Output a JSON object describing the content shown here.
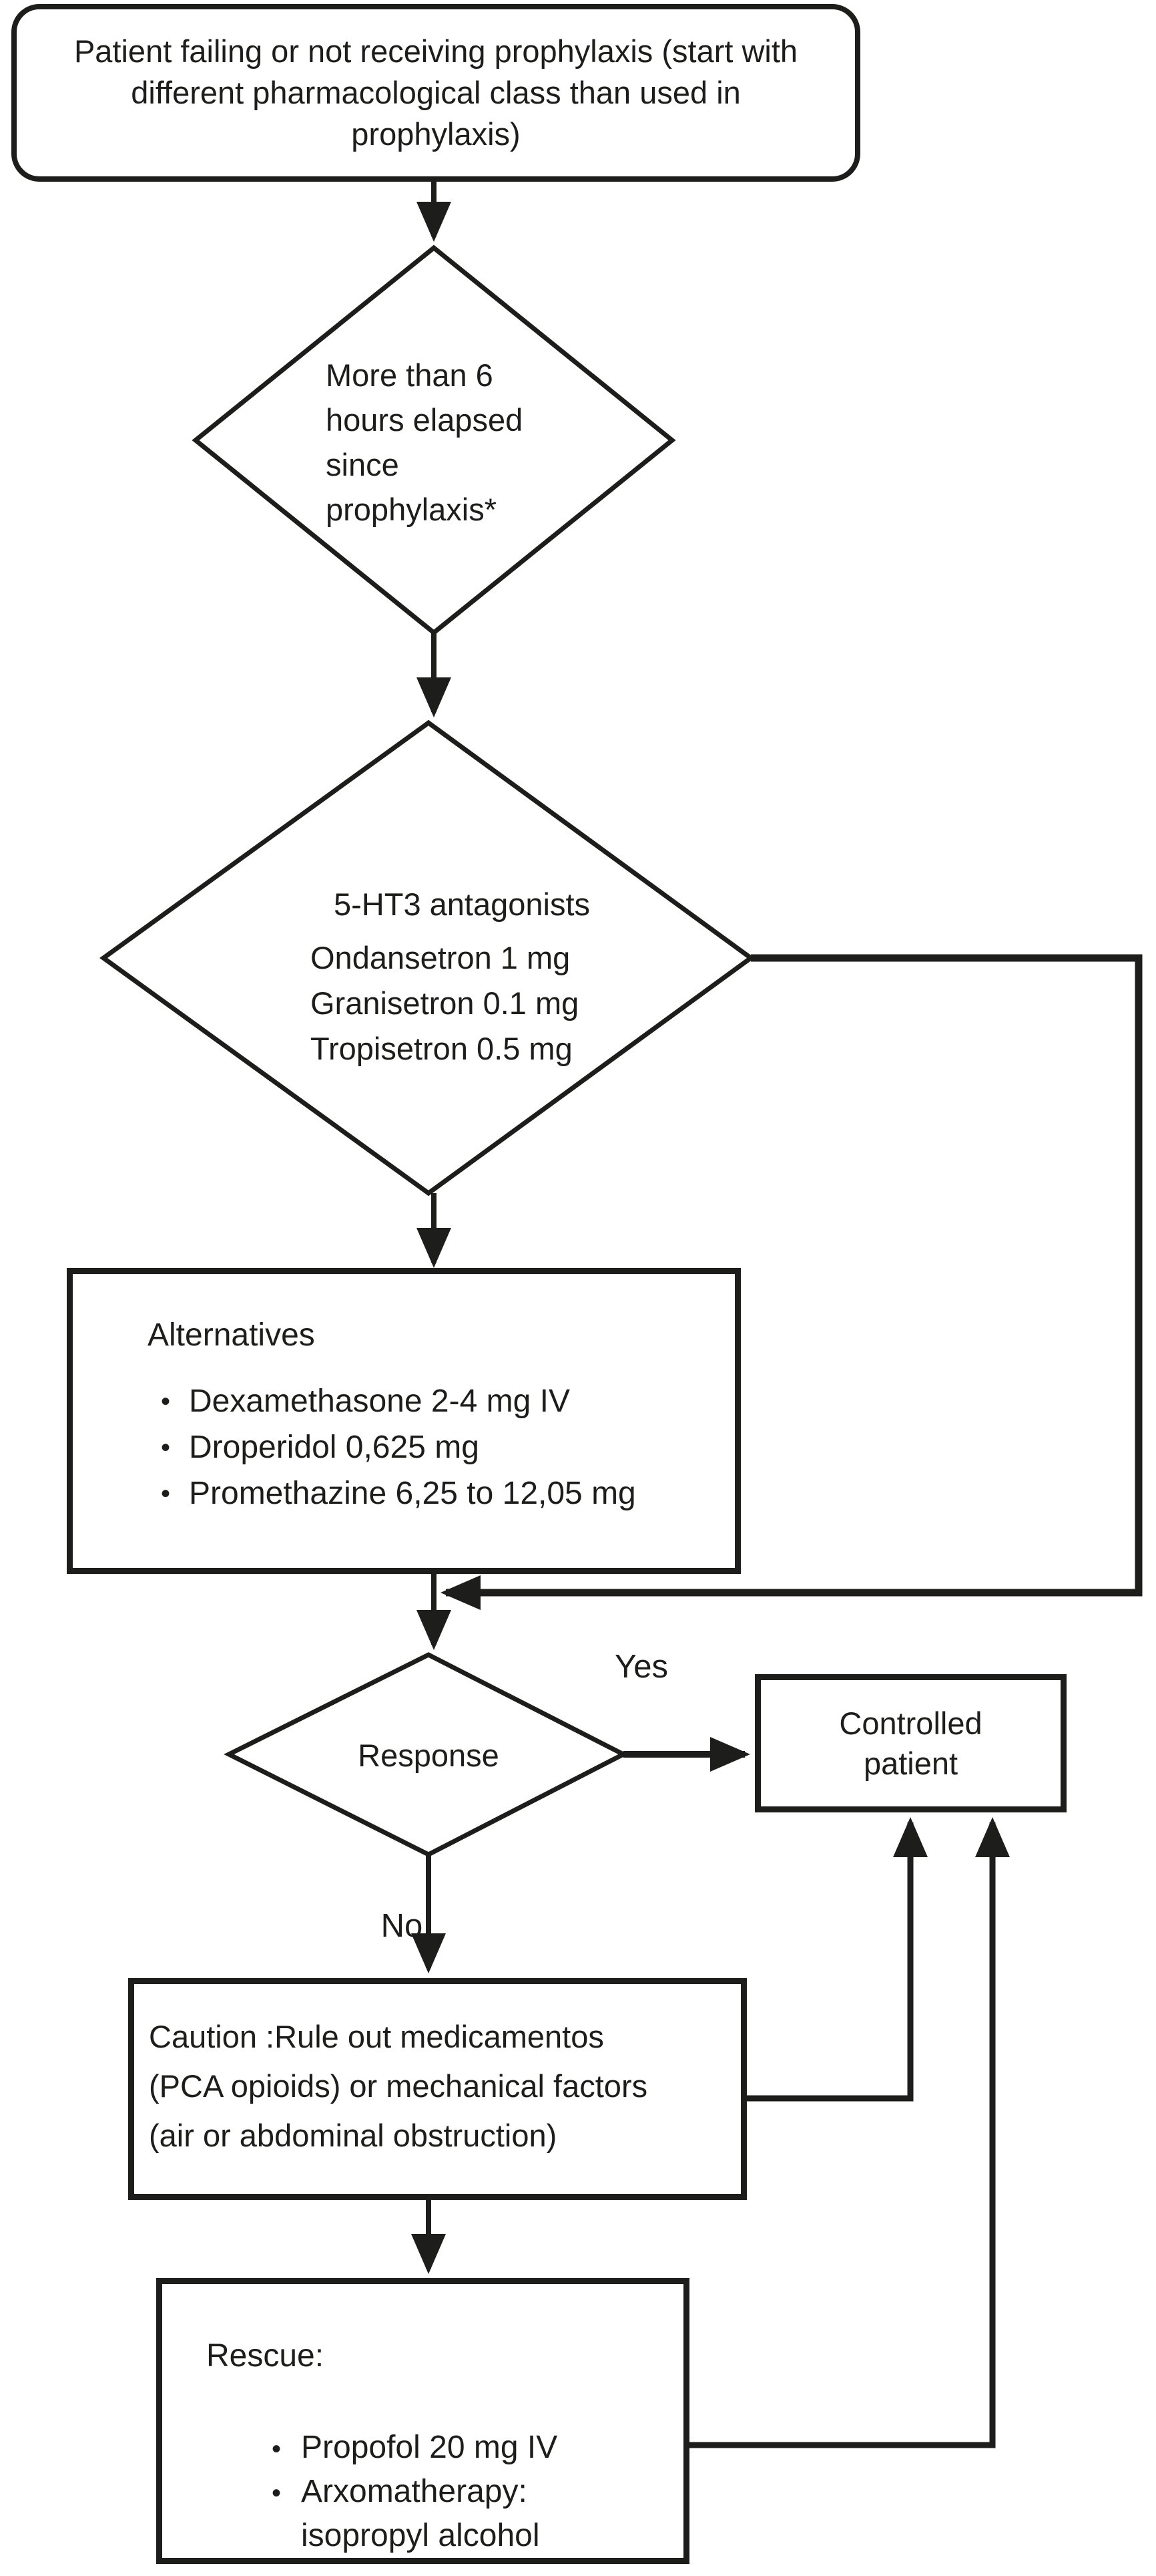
{
  "flowchart": {
    "colors": {
      "ink": "#1d1d1b",
      "background": "#ffffff"
    },
    "start": {
      "lines": [
        "Patient failing or not receiving prophylaxis (start with",
        "different pharmacological class than used in",
        "prophylaxis)"
      ]
    },
    "decision_elapsed": {
      "lines": [
        "More than 6",
        "hours elapsed",
        "since",
        "prophylaxis*"
      ]
    },
    "treatment_5ht3": {
      "title": "5-HT3 antagonists",
      "drugs": [
        "Ondansetron 1 mg",
        "Granisetron 0.1 mg",
        "Tropisetron 0.5 mg"
      ]
    },
    "alternatives": {
      "title": "Alternatives",
      "items": [
        "Dexamethasone 2-4 mg IV",
        "Droperidol 0,625 mg",
        "Promethazine 6,25 to 12,05 mg"
      ]
    },
    "response": {
      "label": "Response",
      "yes_label": "Yes",
      "no_label": "No"
    },
    "controlled_patient": {
      "text": "Controlled patient"
    },
    "caution": {
      "lines": [
        "Caution :Rule out medicamentos",
        "(PCA opioids) or mechanical factors",
        "(air or abdominal obstruction)"
      ]
    },
    "rescue": {
      "title": "Rescue:",
      "items": [
        "Propofol 20 mg IV",
        "Arxomatherapy: isopropyl alcohol"
      ]
    }
  }
}
